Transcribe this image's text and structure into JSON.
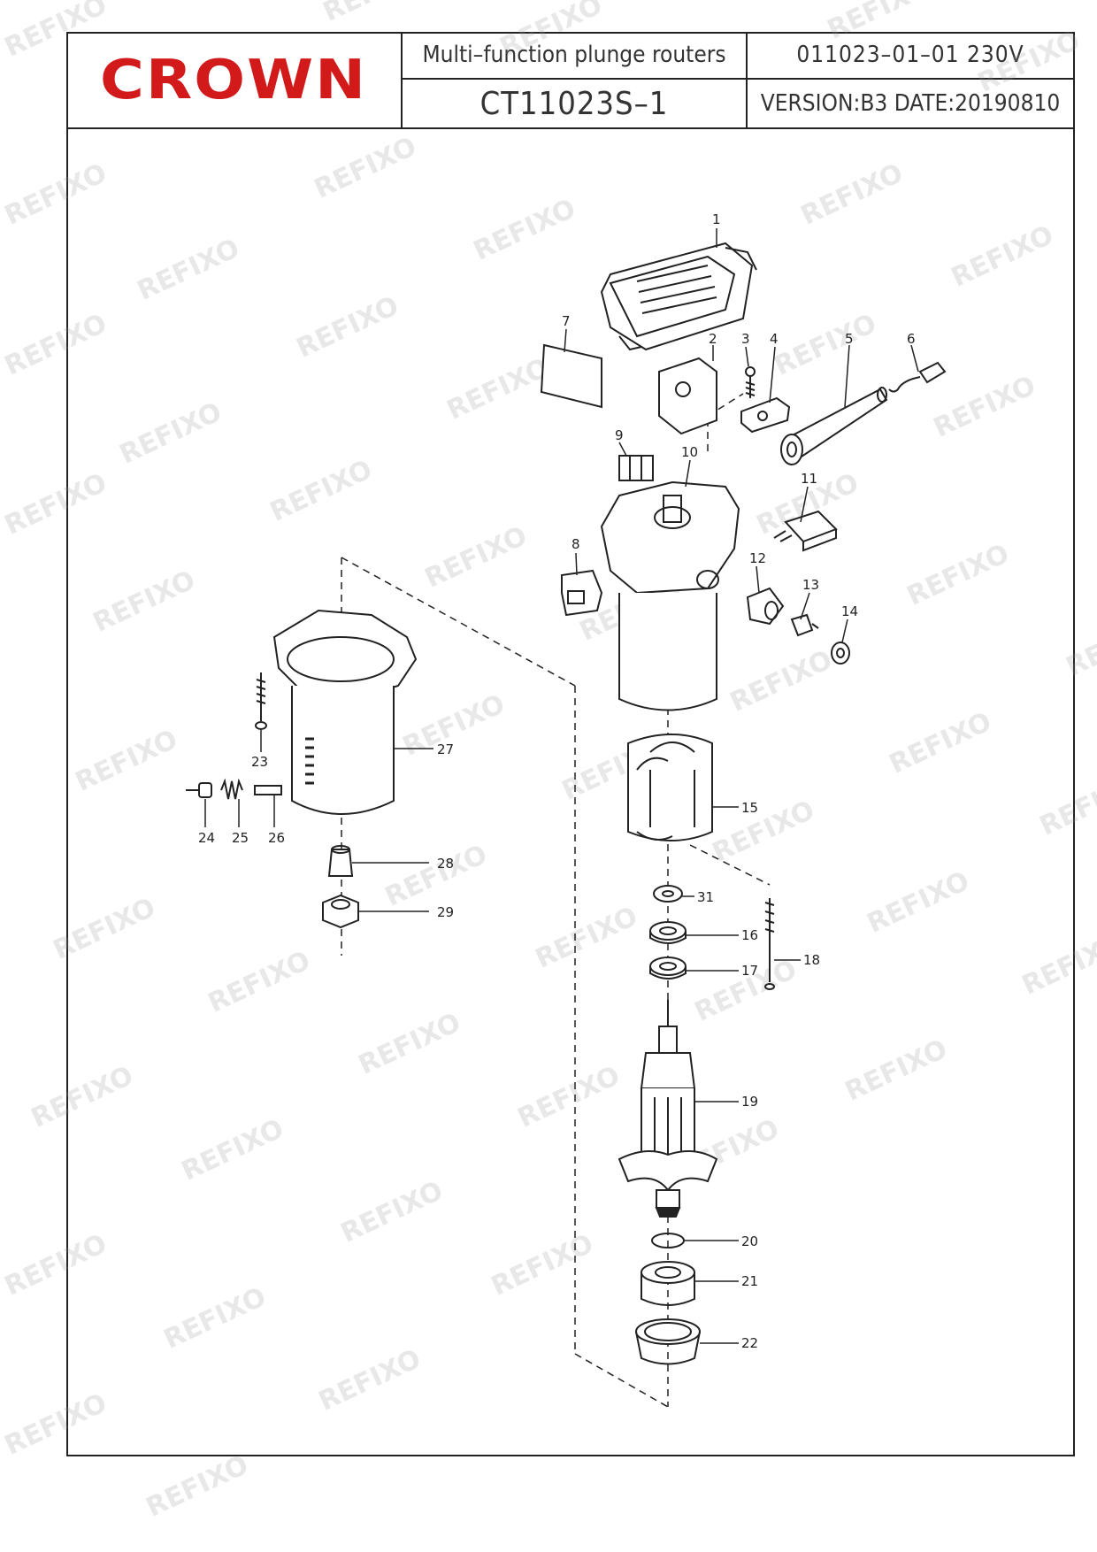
{
  "header": {
    "brand": "CROWN",
    "description": "Multi–function plunge routers",
    "model": "CT11023S–1",
    "code": "011023–01–01  230V",
    "version": "VERSION:B3  DATE:20190810"
  },
  "watermark": "REFIXO",
  "colors": {
    "brand": "#d31a1a",
    "line": "#222222",
    "watermark": "#969696"
  },
  "callouts": [
    "1",
    "2",
    "3",
    "4",
    "5",
    "6",
    "7",
    "8",
    "9",
    "10",
    "11",
    "12",
    "13",
    "14",
    "15",
    "16",
    "17",
    "18",
    "19",
    "20",
    "21",
    "22",
    "23",
    "24",
    "25",
    "26",
    "27",
    "28",
    "29",
    "31"
  ]
}
